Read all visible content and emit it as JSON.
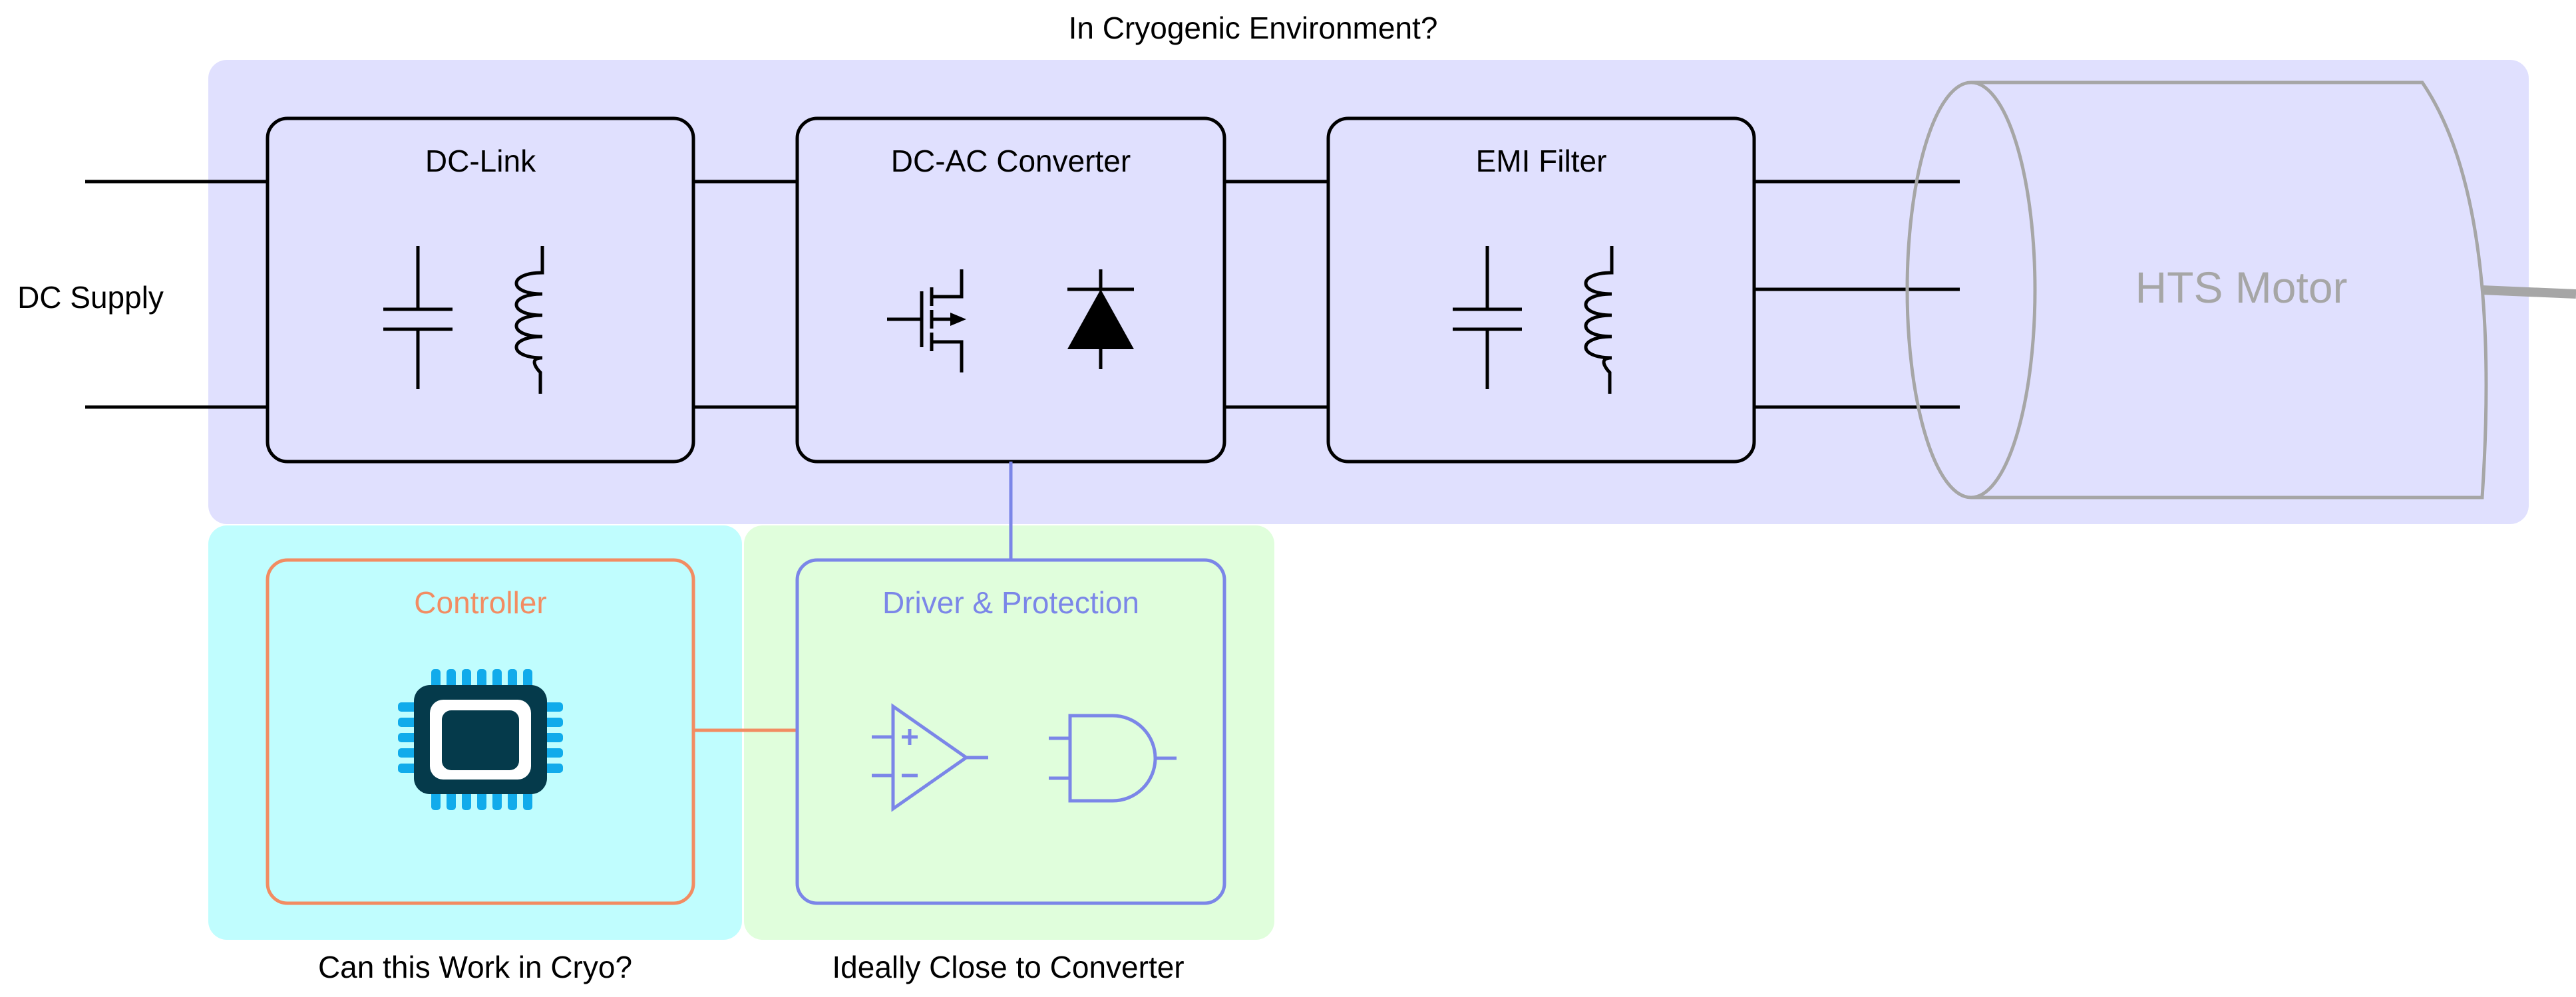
{
  "diagram": {
    "top_caption": "In Cryogenic Environment?",
    "dc_supply_label": "DC Supply",
    "dc_link": {
      "title": "DC-Link"
    },
    "converter": {
      "title": "DC-AC Converter"
    },
    "emi_filter": {
      "title": "EMI Filter"
    },
    "motor": {
      "label": "HTS Motor"
    },
    "controller": {
      "title": "Controller",
      "caption": "Can this Work in Cryo?"
    },
    "driver": {
      "title": "Driver & Protection",
      "caption": "Ideally Close to Converter"
    }
  },
  "colors": {
    "cryo_zone": "#e0e0fe",
    "controller_zone": "#c0fdfe",
    "driver_zone": "#e0fedc",
    "controller_accent": "#f28c62",
    "driver_accent": "#7b86e8",
    "motor_outline": "#a6a6a6",
    "chip_dark": "#053a4b",
    "chip_pins": "#11abeb",
    "line": "#000000"
  },
  "icons": [
    "capacitor-icon",
    "inductor-icon",
    "mosfet-icon",
    "diode-icon",
    "microchip-icon",
    "op-amp-icon",
    "and-gate-icon"
  ]
}
